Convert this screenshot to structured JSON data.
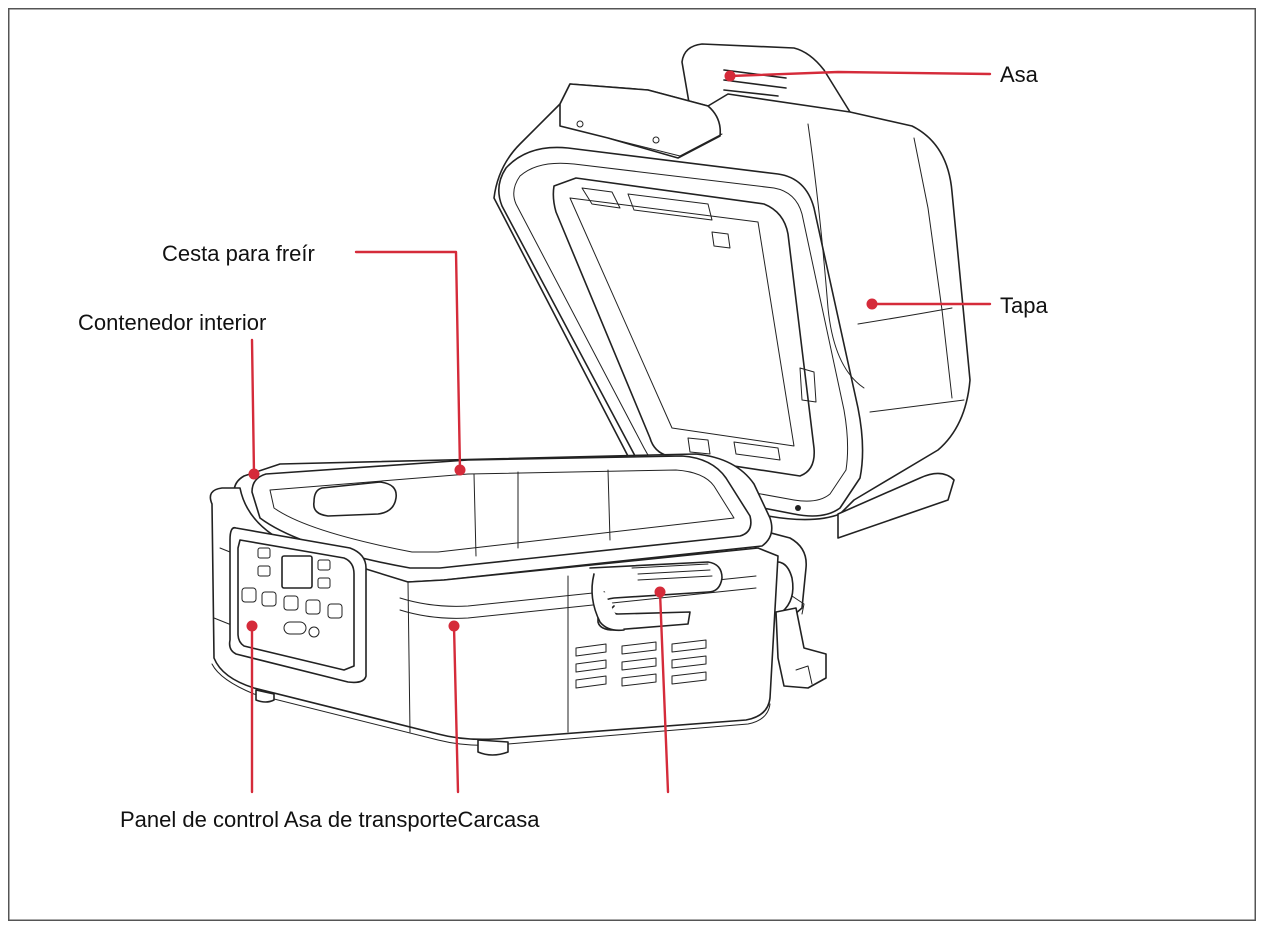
{
  "labels": {
    "asa": "Asa",
    "tapa": "Tapa",
    "cesta": "Cesta para freír",
    "contenedor": "Contenedor interior",
    "bottom": "Panel de control Asa de transporteCarcasa"
  },
  "colors": {
    "leader": "#d52b3a",
    "border": "#555555",
    "line": "#222222"
  }
}
